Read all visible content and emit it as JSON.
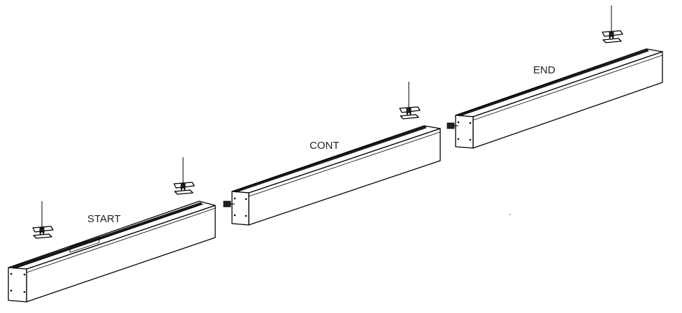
{
  "labels": {
    "start": "START",
    "cont": "CONT",
    "end": "END"
  }
}
